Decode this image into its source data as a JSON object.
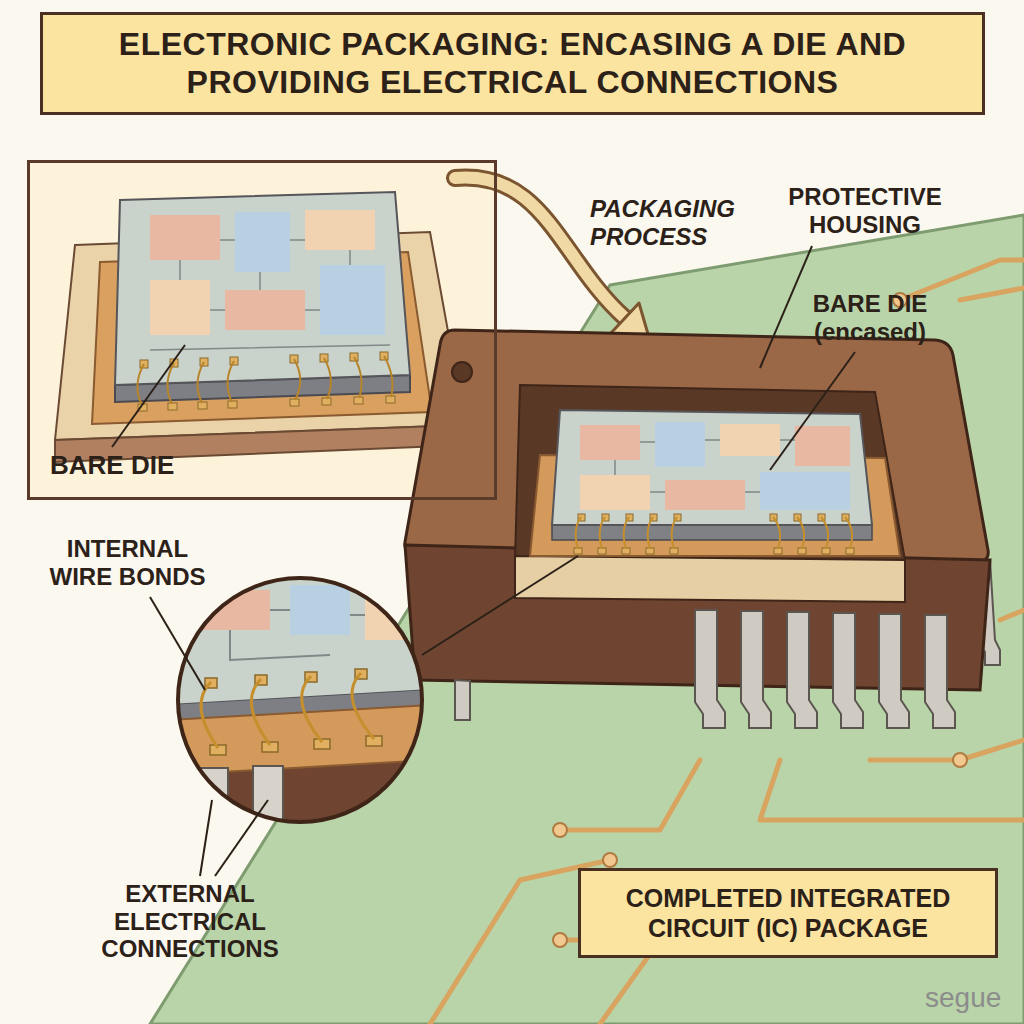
{
  "diagram": {
    "title": "ELECTRONIC PACKAGING: ENCASING A DIE AND PROVIDING ELECTRICAL CONNECTIONS",
    "nodes": [
      {
        "text": [
          "BARE DIE"
        ]
      },
      {
        "text": [
          "COMPLETED INTEGRATED CIRCUIT (IC) PACKAGE"
        ]
      }
    ],
    "labels": [
      "PACKAGING PROCESS",
      "PROTECTIVE HOUSING",
      "BARE DIE (encased)",
      "INTERNAL WIRE BONDS",
      "EXTERNAL ELECTRICAL CONNECTIONS",
      "segue"
    ]
  }
}
